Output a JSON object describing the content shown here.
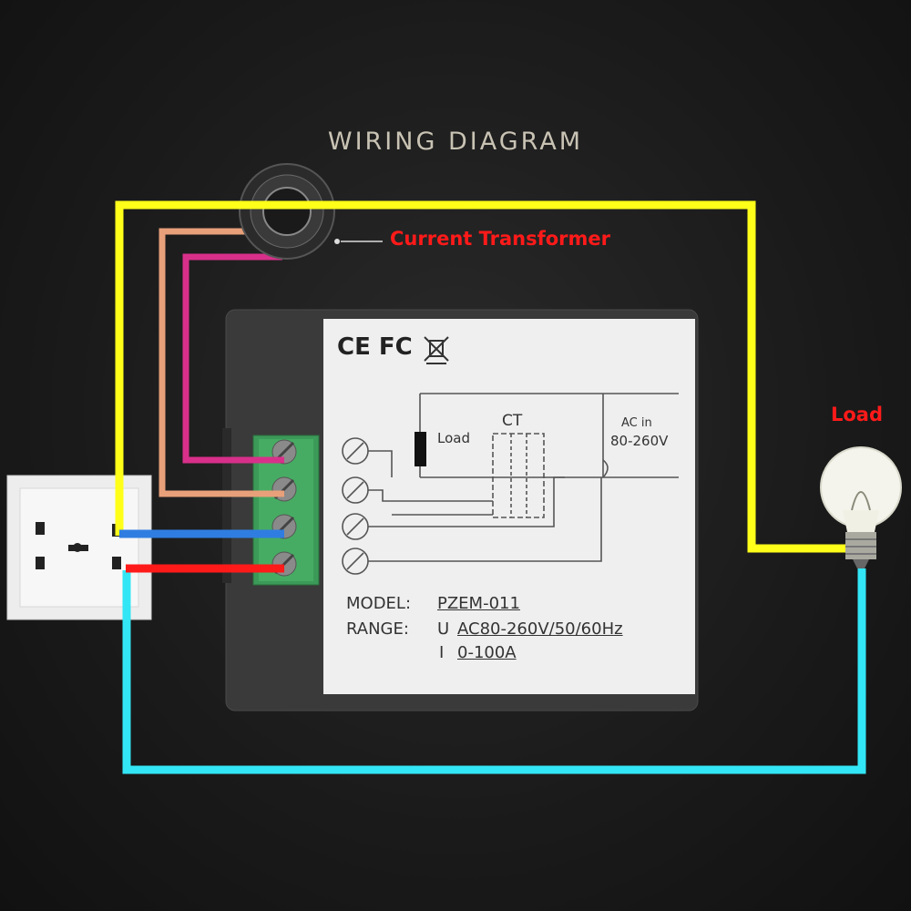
{
  "title": "WIRING DIAGRAM",
  "labels": {
    "current_transformer": "Current Transformer",
    "load": "Load"
  },
  "label_panel": {
    "cert_marks": "CE FC",
    "schematic": {
      "load": "Load",
      "ct": "CT",
      "ac_in": "AC in",
      "ac_range": "80-260V"
    },
    "model_label": "MODEL:",
    "model_value": "PZEM-011",
    "range_label": "RANGE:",
    "range_u_symbol": "U",
    "range_u_value": "AC80-260V/50/60Hz",
    "range_i_symbol": "I",
    "range_i_value": "0-100A"
  },
  "colors": {
    "live_wire": "#ffff1a",
    "neutral_wire": "#33e6f5",
    "ct_wire_1": "#e8a07a",
    "ct_wire_2": "#d8308a",
    "socket_blue_wire": "#2f7de1",
    "socket_red_wire": "#ff1a1a",
    "terminal_block": "#3c9a58",
    "label_red": "#ff1a1a"
  }
}
